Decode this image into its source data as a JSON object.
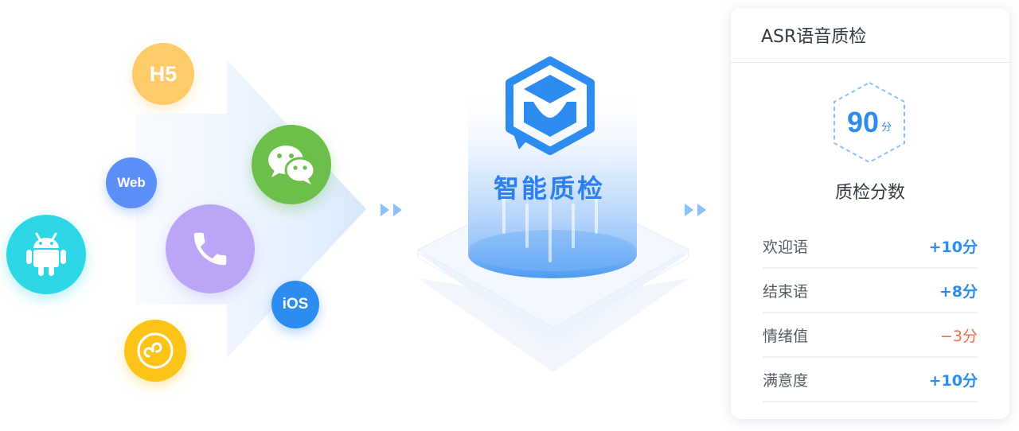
{
  "platforms": {
    "h5": "H5",
    "web": "Web",
    "ios": "iOS",
    "android_icon": "android-icon",
    "wechat_icon": "wechat-icon",
    "phone_icon": "phone-icon",
    "mini_program_icon": "mini-program-icon"
  },
  "center": {
    "title": "智能质检",
    "logo_icon": "cube-chat-logo-icon"
  },
  "card": {
    "title": "ASR语音质检",
    "score_value": "90",
    "score_unit": "分",
    "score_label": "质检分数",
    "rows": [
      {
        "label": "欢迎语",
        "value": "+10分",
        "status": "positive"
      },
      {
        "label": "结束语",
        "value": "+8分",
        "status": "positive"
      },
      {
        "label": "情绪值",
        "value": "−3分",
        "status": "negative"
      },
      {
        "label": "满意度",
        "value": "+10分",
        "status": "positive"
      }
    ]
  },
  "colors": {
    "accent": "#2d8cf0",
    "negative": "#f26b4a",
    "h5": "#fdcb6a",
    "web": "#5d8ff8",
    "android": "#2ed7e6",
    "wechat": "#6bbf4a",
    "phone": "#bba5f6",
    "ios": "#2d8cf0",
    "mini_program": "#fcc419"
  }
}
